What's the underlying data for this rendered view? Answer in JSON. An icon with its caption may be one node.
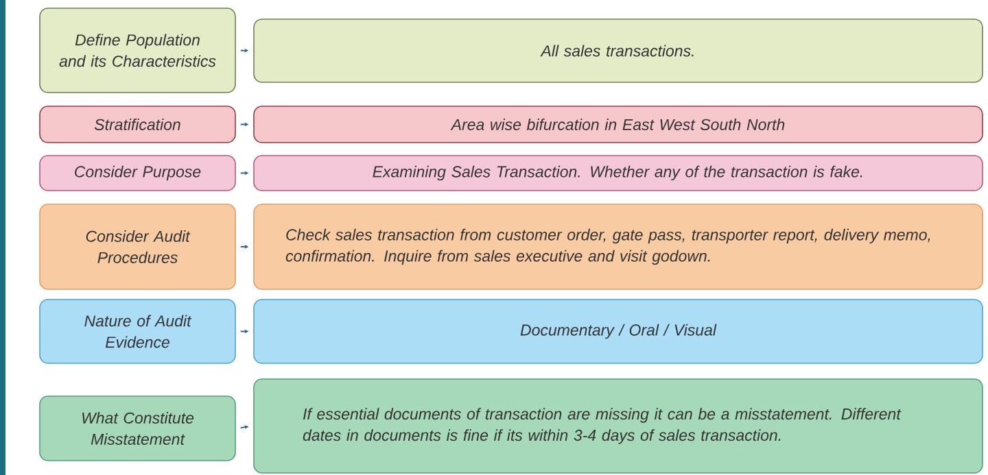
{
  "diagram": {
    "nodes": [
      {
        "text": [
          "Define Population and its Characteristics"
        ]
      },
      {
        "text": [
          "All sales transactions."
        ]
      },
      {
        "text": [
          "Stratification"
        ]
      },
      {
        "text": [
          "Area wise bifurcation in East West South North"
        ]
      },
      {
        "text": [
          "Consider Purpose"
        ]
      },
      {
        "text": [
          "Examining Sales Transaction. Whether any of the transaction is fake."
        ]
      },
      {
        "text": [
          "Consider Audit Procedures"
        ]
      },
      {
        "text": [
          "Check sales transaction from customer order, gate pass, transporter report, delivery memo, confirmation. Inquire from sales executive and visit godown."
        ]
      },
      {
        "text": [
          "Nature of Audit Evidence"
        ]
      },
      {
        "text": [
          "Documentary / Oral / Visual"
        ]
      },
      {
        "text": [
          "What Constitute Misstatement"
        ]
      },
      {
        "text": [
          "If essential documents of transaction are missing it can be a misstatement. Different dates in documents is fine if its within 3-4 days of sales transaction."
        ]
      }
    ],
    "edges": [
      {
        "from": 0,
        "to": 1,
        "arrow": "to"
      },
      {
        "from": 2,
        "to": 3,
        "arrow": "to"
      },
      {
        "from": 4,
        "to": 5,
        "arrow": "to"
      },
      {
        "from": 6,
        "to": 7,
        "arrow": "to"
      },
      {
        "from": 8,
        "to": 9,
        "arrow": "to"
      },
      {
        "from": 10,
        "to": 11,
        "arrow": "to"
      }
    ]
  }
}
